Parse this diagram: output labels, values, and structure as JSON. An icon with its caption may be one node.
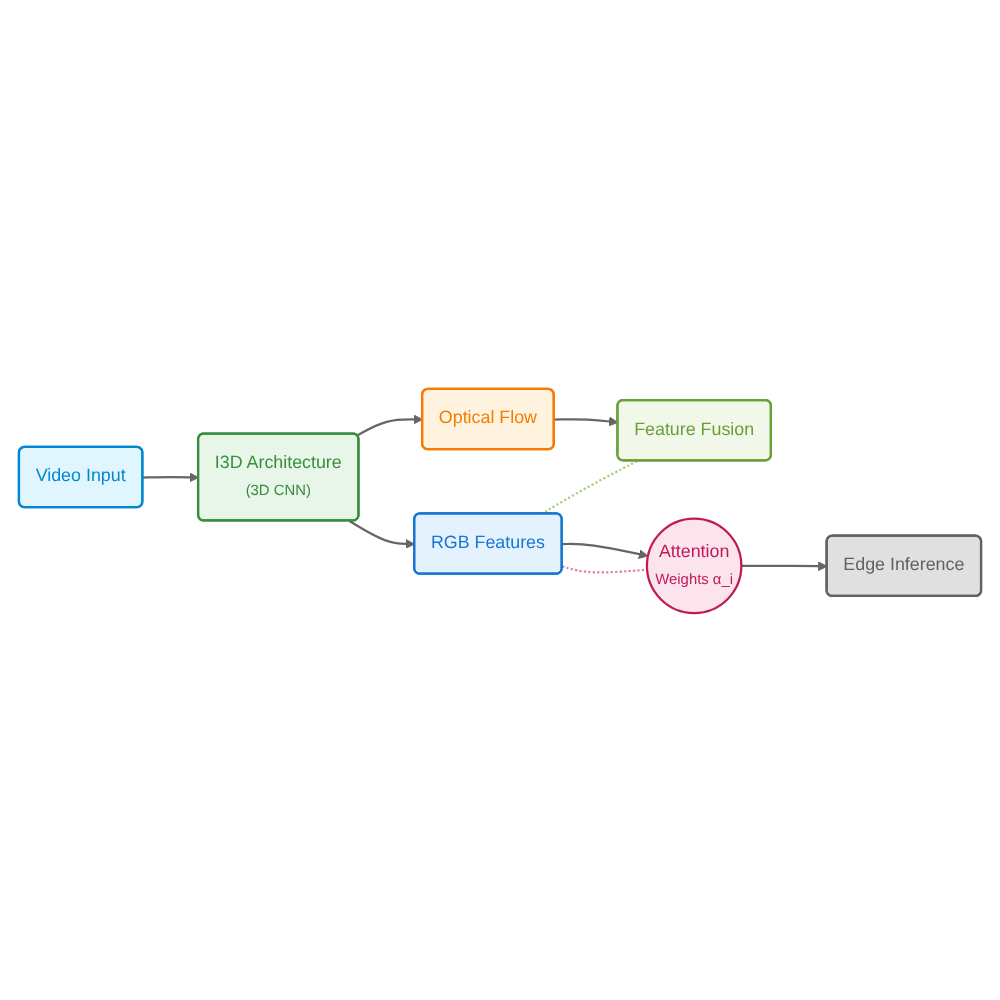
{
  "diagram": {
    "nodes": [
      {
        "text": [
          "Video Input"
        ]
      },
      {
        "text": [
          "I3D Architecture",
          "(3D CNN)"
        ]
      },
      {
        "text": [
          "RGB Features"
        ]
      },
      {
        "text": [
          "Optical Flow"
        ]
      },
      {
        "text": [
          "Feature Fusion"
        ]
      },
      {
        "text": [
          "Attention",
          "Weights α_i"
        ]
      },
      {
        "text": [
          "Edge Inference"
        ]
      }
    ],
    "edges": [
      {
        "from": 0,
        "to": 1,
        "arrow": "to"
      },
      {
        "from": 1,
        "to": 2,
        "arrow": "to"
      },
      {
        "from": 1,
        "to": 3,
        "arrow": "to"
      },
      {
        "from": 3,
        "to": 4,
        "arrow": "to"
      },
      {
        "from": 2,
        "to": 5,
        "arrow": "to"
      },
      {
        "from": 2,
        "to": 5,
        "arrow": "none",
        "style": "dashed",
        "color": "#e07fa0"
      },
      {
        "from": 2,
        "to": 4,
        "arrow": "none",
        "style": "dashed",
        "color": "#a5d07a"
      },
      {
        "from": 5,
        "to": 6,
        "arrow": "to"
      }
    ]
  }
}
